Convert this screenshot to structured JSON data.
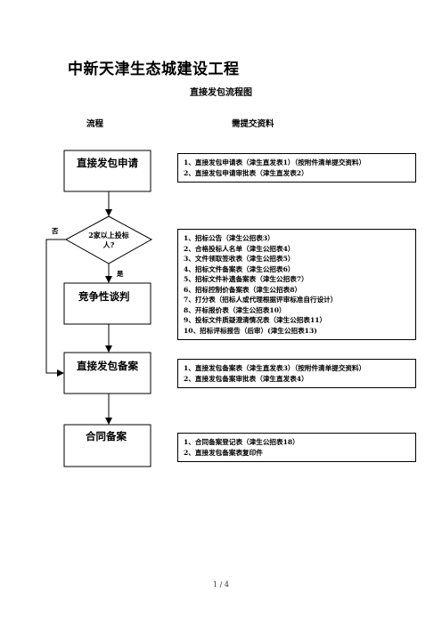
{
  "header": {
    "title": "中新天津生态城建设工程",
    "subtitle": "直接发包流程图"
  },
  "columns": {
    "process": "流程",
    "materials": "需提交资料"
  },
  "flow": {
    "step1": "直接发包申请",
    "decision": "2家以上投标人?",
    "no_label": "否",
    "yes_label": "是",
    "step2": "竞争性谈判",
    "step3": "直接发包备案",
    "step4": "合同备案"
  },
  "materials": {
    "group1": [
      "1、直接发包申请表（津生直发表1）（按附件清单提交资料）",
      "2、直接发包申请审批表（津生直发表2）"
    ],
    "group2": [
      "1、招标公告（津生公招表3）",
      "2、合格投标人名单（津生公招表4）",
      "3、文件领取签收表（津生公招表5）",
      "4、招标文件备案表（津生公招表6）",
      "5、招标文件补遗备案表（津生公招表7）",
      "6、招标控制价备案表（津生公招表8）",
      "7、打分表（招标人或代理根据评审标准自行设计）",
      "8、开标报价表（津生公招表10）",
      "9、投标文件质疑澄清情况表（津生公招表11）",
      "10、招标评标报告（后审）(津生公招表13)"
    ],
    "group3": [
      "1、直接发包备案表（津生直发表3）（按附件清单提交资料）",
      "2、直接发包备案审批表（津生直发表4）"
    ],
    "group4": [
      "1、合同备案登记表（津生公招表18）",
      "2、直接发包备案表复印件"
    ]
  },
  "footer": {
    "page": "1 / 4"
  }
}
